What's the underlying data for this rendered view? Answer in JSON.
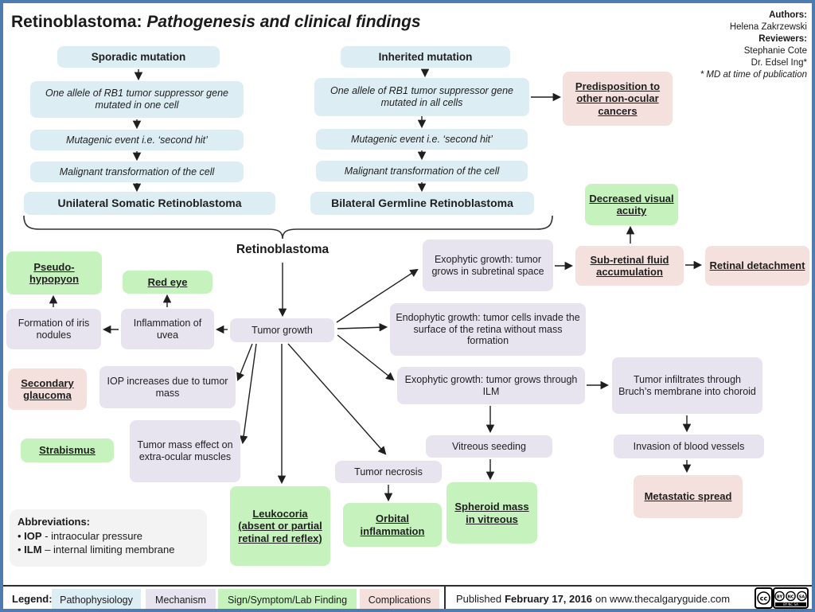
{
  "title": {
    "main": "Retinoblastoma:",
    "italic": "Pathogenesis and clinical findings"
  },
  "credits": {
    "authors_label": "Authors:",
    "author": "Helena Zakrzewski",
    "reviewers_label": "Reviewers:",
    "reviewer1": "Stephanie Cote",
    "reviewer2": "Dr. Edsel Ing*",
    "note": "* MD at time of publication"
  },
  "nodes": {
    "sporadic_mutation": "Sporadic mutation",
    "sporadic_allele": "One allele of RB1 tumor suppressor gene mutated in one cell",
    "sporadic_mutagenic": "Mutagenic event i.e. ‘second hit’",
    "sporadic_malignant": "Malignant transformation of the cell",
    "unilateral": "Unilateral Somatic Retinoblastoma",
    "inherited_mutation": "Inherited mutation",
    "inherited_allele": "One allele of RB1 tumor suppressor gene mutated in all cells",
    "inherited_mutagenic": "Mutagenic event i.e. ‘second hit’",
    "inherited_malignant": "Malignant transformation of the cell",
    "bilateral": "Bilateral Germline Retinoblastoma",
    "predisposition": "Predisposition to other non-ocular cancers",
    "retinoblastoma": "Retinoblastoma",
    "decreased_va": "Decreased visual acuity",
    "subretinal_fluid": "Sub-retinal fluid accumulation",
    "retinal_detachment": "Retinal detachment",
    "pseudohypopyon": "Pseudo-hypopyon",
    "red_eye": "Red eye",
    "iris_nodules": "Formation of iris nodules",
    "uvea_inflammation": "Inflammation of uvea",
    "tumor_growth": "Tumor growth",
    "exophytic_subretinal": "Exophytic growth: tumor grows in subretinal space",
    "endophytic": "Endophytic growth: tumor cells invade the surface of the retina without mass formation",
    "exophytic_ilm": "Exophytic growth: tumor grows through ILM",
    "secondary_glaucoma": "Secondary glaucoma",
    "iop_increase": "IOP increases due to tumor mass",
    "strabismus": "Strabismus",
    "tumor_mass_effect": "Tumor mass effect on extra-ocular muscles",
    "tumor_necrosis": "Tumor necrosis",
    "leukocoria": "Leukocoria (absent or partial retinal red reflex)",
    "orbital_inflammation": "Orbital inflammation",
    "vitreous_seeding": "Vitreous seeding",
    "spheroid_mass": "Spheroid mass in vitreous",
    "bruchs_membrane": "Tumor infiltrates through Bruch’s membrane into choroid",
    "blood_vessels": "Invasion of blood vessels",
    "metastatic": "Metastatic spread"
  },
  "abbreviations": {
    "title": "Abbreviations:",
    "items": [
      {
        "abbr": "IOP",
        "text": "- intraocular pressure"
      },
      {
        "abbr": "ILM",
        "text": "– internal limiting membrane"
      }
    ]
  },
  "legend": {
    "label": "Legend:",
    "items": [
      {
        "label": "Pathophysiology",
        "color": "#ddedf4"
      },
      {
        "label": "Mechanism",
        "color": "#e7e4f0"
      },
      {
        "label": "Sign/Symptom/Lab Finding",
        "color": "#c6f3bd"
      },
      {
        "label": "Complications",
        "color": "#f4e0dd"
      }
    ]
  },
  "footer": {
    "published_prefix": "Published",
    "published_date": "February 17, 2016",
    "published_suffix": "on www.thecalgaryguide.com",
    "license": "CC BY NC SA"
  },
  "colors": {
    "pathophysiology": "#ddedf4",
    "mechanism": "#e7e4f0",
    "sign_symptom": "#c6f3bd",
    "complication": "#f4e0dd",
    "frame_border": "#4e7cb1"
  }
}
